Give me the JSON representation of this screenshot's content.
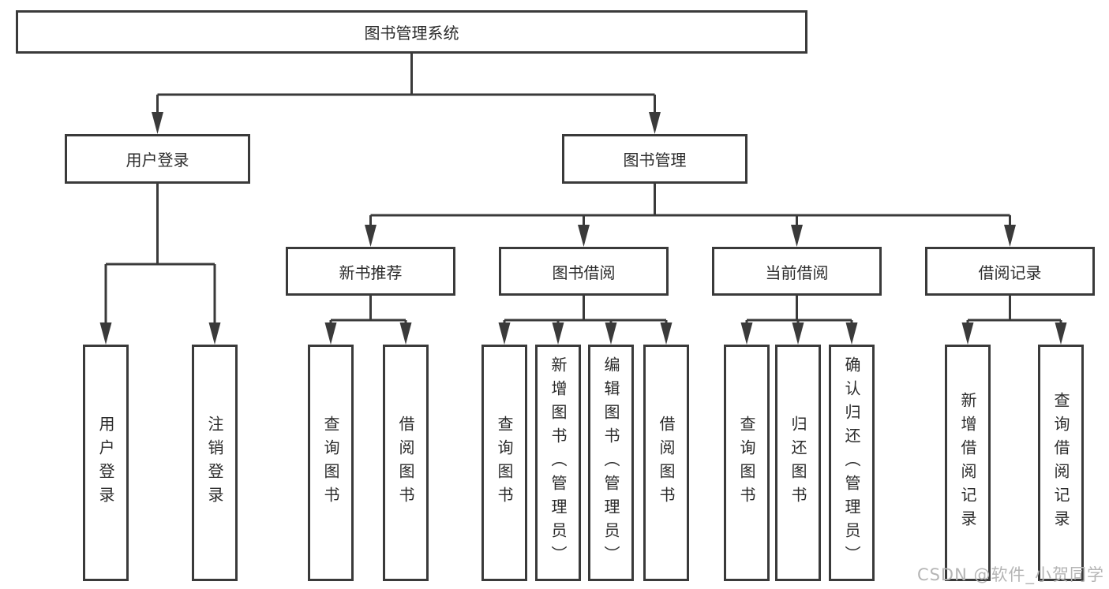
{
  "diagram": {
    "title": "图书管理系统",
    "level2": {
      "user_login": "用户登录",
      "book_management": "图书管理"
    },
    "level3": {
      "new_books": "新书推荐",
      "book_borrow": "图书借阅",
      "current_borrow": "当前借阅",
      "borrow_record": "借阅记录"
    },
    "leaves": {
      "user_login": [
        "用户登录",
        "注销登录"
      ],
      "new_books": [
        "查询图书",
        "借阅图书"
      ],
      "book_borrow": [
        "查询图书",
        "新增图书（管理员）",
        "编辑图书（管理员）",
        "借阅图书"
      ],
      "current_borrow": [
        "查询图书",
        "归还图书",
        "确认归还（管理员）"
      ],
      "borrow_record": [
        "新增借阅记录",
        "查询借阅记录"
      ]
    },
    "watermark": "CSDN @软件_小贺同学",
    "colors": {
      "line": "#3a3a3a",
      "text": "#2b2b2b",
      "watermark": "#b5b5b5",
      "background": "#ffffff"
    }
  }
}
